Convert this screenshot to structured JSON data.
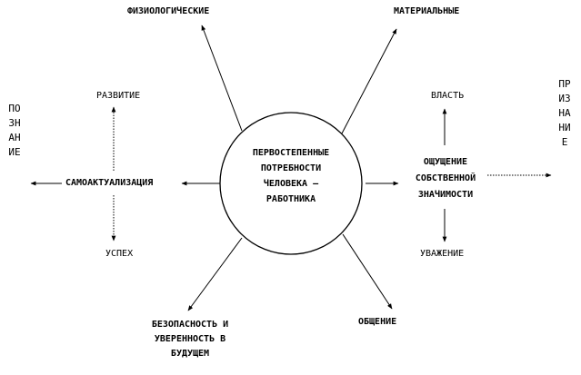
{
  "center": {
    "lines": [
      "ПЕРВОСТЕПЕННЫЕ",
      "ПОТРЕБНОСТИ",
      "ЧЕЛОВЕКА –",
      "РАБОТНИКА"
    ]
  },
  "needs": {
    "physiological": "ФИЗИОЛОГИЧЕСКИЕ",
    "material": "МАТЕРИАЛЬНЫЕ",
    "safety": [
      "БЕЗОПАСНОСТЬ И",
      "УВЕРЕННОСТЬ В",
      "БУДУЩЕМ"
    ],
    "communication": "ОБЩЕНИЕ",
    "self_actualization": "САМОАКТУАЛИЗАЦИЯ",
    "self_esteem": [
      "ОЩУЩЕНИЕ",
      "СОБСТВЕННОЙ",
      "ЗНАЧИМОСТИ"
    ]
  },
  "sub": {
    "development": "РАЗВИТИЕ",
    "success": "УСПЕХ",
    "power": "ВЛАСТЬ",
    "respect": "УВАЖЕНИЕ"
  },
  "side": {
    "cognition": "ПОЗНАНИЕ",
    "recognition": "ПРИЗНАНИЕ"
  }
}
